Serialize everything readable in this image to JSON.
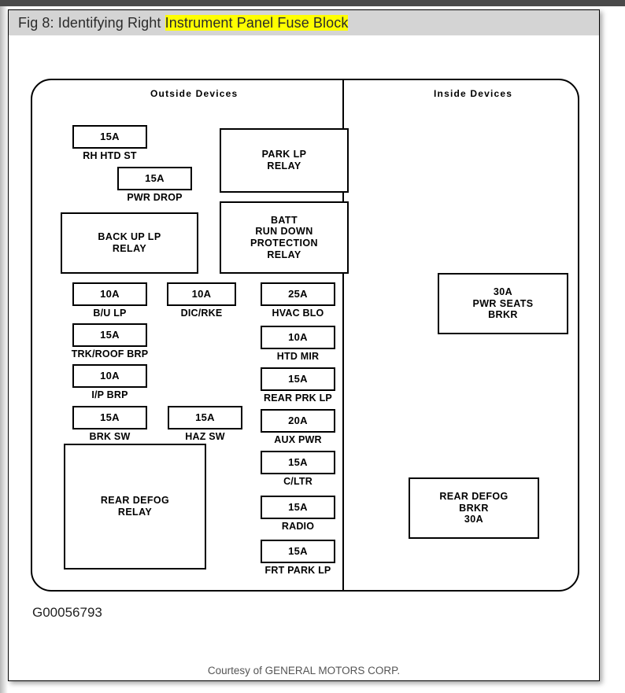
{
  "page": {
    "header": {
      "prefix": "Fig 8: Identifying Right ",
      "highlight": "Instrument Panel Fuse Block"
    },
    "figure_id": "G00056793",
    "courtesy": "Courtesy of GENERAL MOTORS CORP.",
    "colors": {
      "header_bg": "#d4d4d4",
      "highlight": "#ffff00",
      "line": "#000000",
      "page_bg": "#ffffff"
    }
  },
  "diagram": {
    "sections": [
      {
        "title": "Outside  Devices"
      },
      {
        "title": "Inside  Devices"
      }
    ],
    "outside": {
      "fuses": [
        {
          "rating": "15A",
          "label": "RH HTD ST"
        },
        {
          "rating": "15A",
          "label": "PWR DROP"
        },
        {
          "rating": "10A",
          "label": "B/U LP"
        },
        {
          "rating": "10A",
          "label": "DIC/RKE"
        },
        {
          "rating": "25A",
          "label": "HVAC BLO"
        },
        {
          "rating": "15A",
          "label": "TRK/ROOF BRP"
        },
        {
          "rating": "10A",
          "label": "HTD MIR"
        },
        {
          "rating": "10A",
          "label": "I/P BRP"
        },
        {
          "rating": "15A",
          "label": "REAR PRK LP"
        },
        {
          "rating": "15A",
          "label": "BRK SW"
        },
        {
          "rating": "15A",
          "label": "HAZ SW"
        },
        {
          "rating": "20A",
          "label": "AUX PWR"
        },
        {
          "rating": "15A",
          "label": "C/LTR"
        },
        {
          "rating": "15A",
          "label": "RADIO"
        },
        {
          "rating": "15A",
          "label": "FRT PARK LP"
        }
      ],
      "relays": [
        {
          "text": "PARK LP\nRELAY"
        },
        {
          "text": "BATT\nRUN DOWN\nPROTECTION\nRELAY"
        },
        {
          "text": "BACK UP LP\nRELAY"
        },
        {
          "text": "REAR DEFOG\nRELAY"
        }
      ]
    },
    "inside": {
      "breakers": [
        {
          "text": "30A\nPWR SEATS\nBRKR"
        },
        {
          "text": "REAR DEFOG\nBRKR\n30A"
        }
      ]
    }
  }
}
